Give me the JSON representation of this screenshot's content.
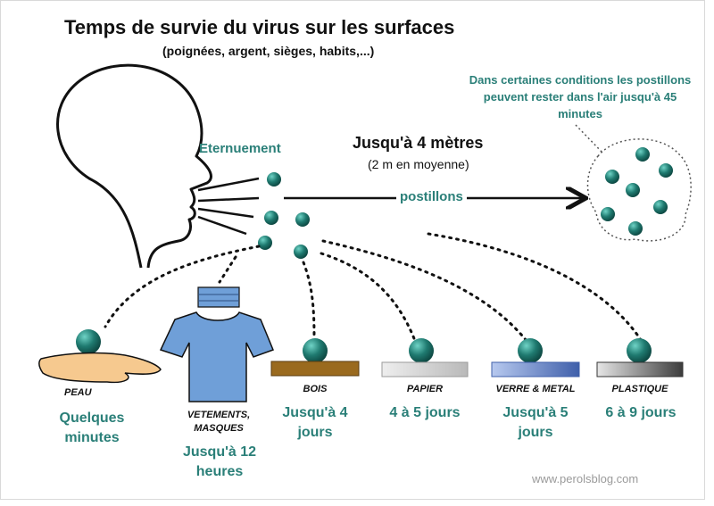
{
  "title": "Temps de survie du virus sur les surfaces",
  "subtitle": "(poignées, argent, sièges, habits,...)",
  "air_note": "Dans certaines conditions les postillons peuvent rester dans l'air jusqu'à 45 minutes",
  "sneeze_label": "Eternuement",
  "distance": {
    "main": "Jusqu'à 4 mètres",
    "sub": "(2 m en moyenne)"
  },
  "droplets_label": "postillons",
  "surfaces": [
    {
      "label": "PEAU",
      "duration": "Quelques minutes"
    },
    {
      "label": "VETEMENTS, MASQUES",
      "duration": "Jusqu'à 12 heures"
    },
    {
      "label": "BOIS",
      "duration": "Jusqu'à 4 jours"
    },
    {
      "label": "PAPIER",
      "duration": "4 à 5 jours"
    },
    {
      "label": "VERRE & METAL",
      "duration": "Jusqu'à 5 jours"
    },
    {
      "label": "PLASTIQUE",
      "duration": "6 à 9 jours"
    }
  ],
  "credit": "www.perolsblog.com",
  "colors": {
    "accent": "#2a7f78",
    "droplet": "#1f7a70",
    "wood": "#9a6a1e",
    "paper": "#c8c8c8",
    "glass_metal": "#6d86c8",
    "plastic": "#6f6f6f",
    "skin": "#f6c98f",
    "shirt": "#6f9fd8"
  },
  "icons": [
    "head-profile-icon",
    "hand-icon",
    "shirt-icon",
    "mask-icon",
    "droplet-icon",
    "arrow-icon"
  ]
}
